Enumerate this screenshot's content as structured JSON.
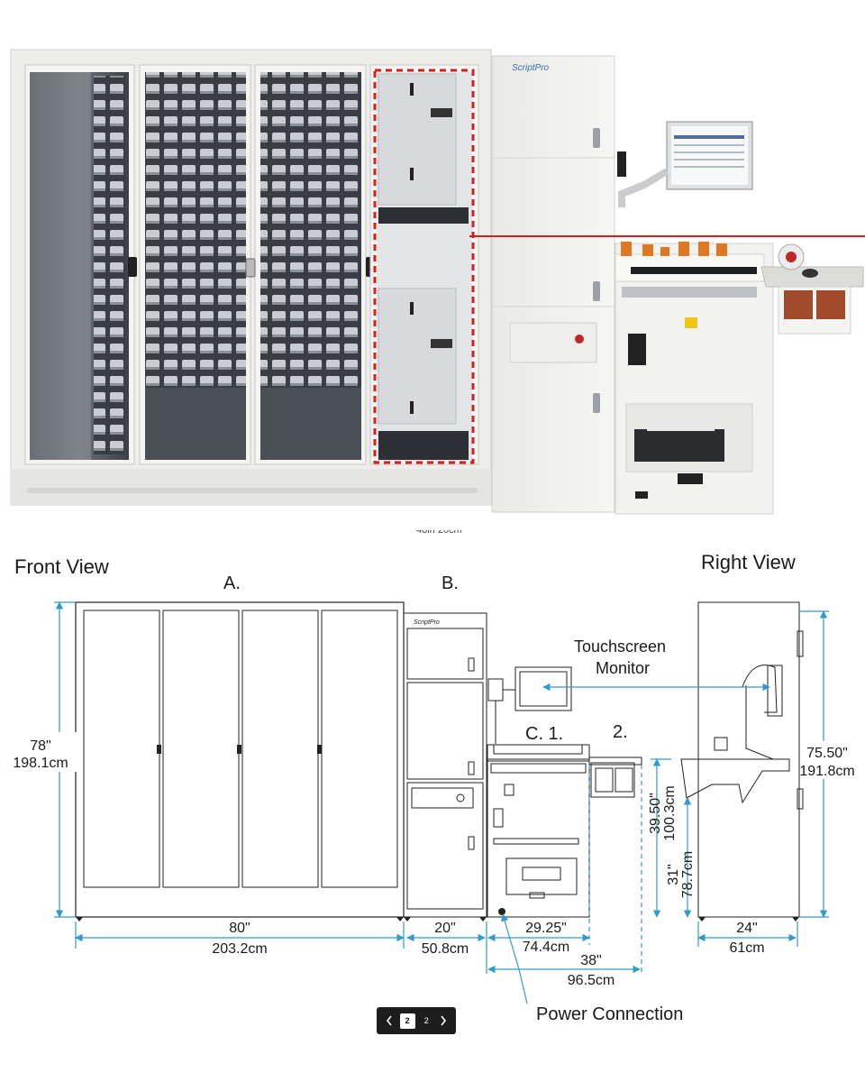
{
  "photo": {
    "brand_label": "ScriptPro"
  },
  "cropped_caption": "48in 20cm",
  "diagram": {
    "front_view_title": "Front View",
    "right_view_title": "Right View",
    "label_a": "A.",
    "label_b": "B.",
    "label_c1": "C. 1.",
    "label_2": "2.",
    "touchscreen_label_line1": "Touchscreen",
    "touchscreen_label_line2": "Monitor",
    "power_connection": "Power Connection",
    "brand_label": "ScriptPro",
    "dim_height_in": "78\"",
    "dim_height_cm": "198.1cm",
    "dim_width_a_in": "80\"",
    "dim_width_a_cm": "203.2cm",
    "dim_width_b_in": "20\"",
    "dim_width_b_cm": "50.8cm",
    "dim_width_c_in": "29.25\"",
    "dim_width_c_cm": "74.4cm",
    "dim_total_c_in": "38\"",
    "dim_total_c_cm": "96.5cm",
    "dim_counter_in": "39.50\"",
    "dim_counter_cm": "100.3cm",
    "dim_low_in": "31\"",
    "dim_low_cm": "78.7cm",
    "dim_right_height_in": "75.50\"",
    "dim_right_height_cm": "191.8cm",
    "dim_depth_in": "24\"",
    "dim_depth_cm": "61cm"
  },
  "pagination": {
    "current": "2",
    "total": "2"
  },
  "colors": {
    "dimension_line": "#3399cc",
    "highlight_red": "#d21f1f",
    "cabinet": "#f1f1ef",
    "glass": "#5d6268"
  }
}
